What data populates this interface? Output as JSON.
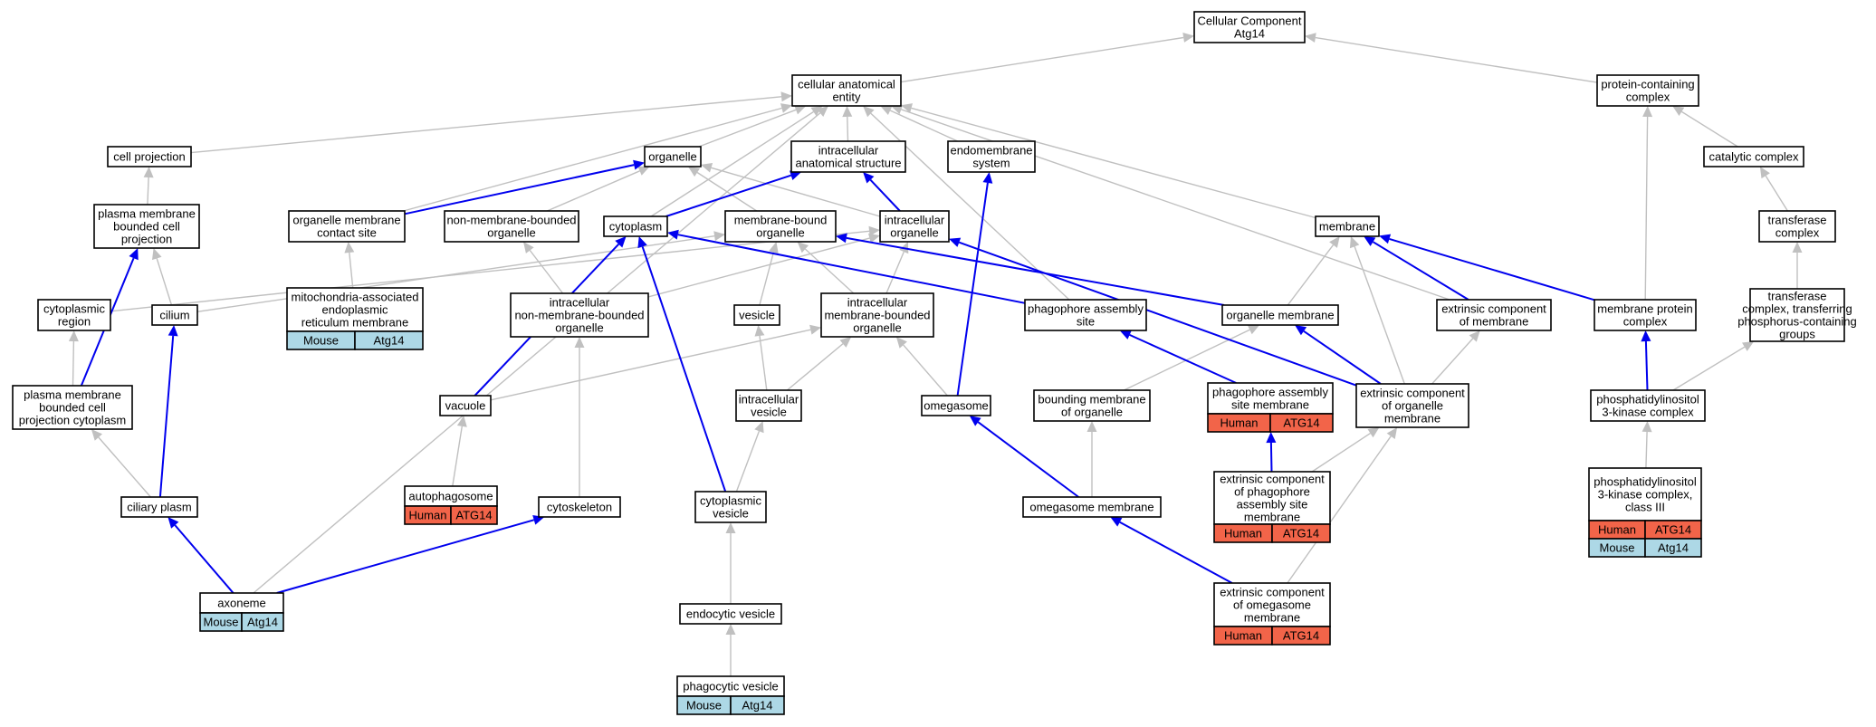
{
  "colors": {
    "is_a_edge": "#c0c0c0",
    "part_of_edge": "#0000ee",
    "human_tag": "#f26449",
    "mouse_tag": "#add8e6"
  },
  "nodes": {
    "root": [
      "Cellular Component",
      "Atg14"
    ],
    "cae": [
      "cellular anatomical",
      "entity"
    ],
    "pcc": [
      "protein-containing",
      "complex"
    ],
    "cellproj": [
      "cell projection"
    ],
    "organelle": [
      "organelle"
    ],
    "ias": [
      "intracellular",
      "anatomical structure"
    ],
    "endo": [
      "endomembrane",
      "system"
    ],
    "catcomp": [
      "catalytic complex"
    ],
    "pmbcp": [
      "plasma membrane",
      "bounded cell",
      "projection"
    ],
    "omcs": [
      "organelle membrane",
      "contact site"
    ],
    "nmbo": [
      "non-membrane-bounded",
      "organelle"
    ],
    "cytoplasm": [
      "cytoplasm"
    ],
    "mbo": [
      "membrane-bound",
      "organelle"
    ],
    "intorg": [
      "intracellular",
      "organelle"
    ],
    "membrane": [
      "membrane"
    ],
    "transcomp": [
      "transferase",
      "complex"
    ],
    "cytreg": [
      "cytoplasmic",
      "region"
    ],
    "cilium": [
      "cilium"
    ],
    "mam": [
      "mitochondria-associated",
      "endoplasmic",
      "reticulum membrane"
    ],
    "inmbo": [
      "intracellular",
      "non-membrane-bounded",
      "organelle"
    ],
    "vesicle": [
      "vesicle"
    ],
    "imbo": [
      "intracellular",
      "membrane-bounded",
      "organelle"
    ],
    "pas": [
      "phagophore assembly",
      "site"
    ],
    "orgmem": [
      "organelle membrane"
    ],
    "ecm": [
      "extrinsic component",
      "of membrane"
    ],
    "mpc": [
      "membrane protein",
      "complex"
    ],
    "tcppg": [
      "transferase",
      "complex, transferring",
      "phosphorus-containing",
      "groups"
    ],
    "pmbcpc": [
      "plasma membrane",
      "bounded cell",
      "projection cytoplasm"
    ],
    "vacuole": [
      "vacuole"
    ],
    "intves": [
      "intracellular",
      "vesicle"
    ],
    "omegasome": [
      "omegasome"
    ],
    "bmo": [
      "bounding membrane",
      "of organelle"
    ],
    "pasm": [
      "phagophore assembly",
      "site membrane"
    ],
    "ecom": [
      "extrinsic component",
      "of organelle",
      "membrane"
    ],
    "pi3k": [
      "phosphatidylinositol",
      "3-kinase complex"
    ],
    "autophagosome": [
      "autophagosome"
    ],
    "cytoskeleton": [
      "cytoskeleton"
    ],
    "cytves": [
      "cytoplasmic",
      "vesicle"
    ],
    "omegmem": [
      "omegasome membrane"
    ],
    "ecpasm": [
      "extrinsic component",
      "of phagophore",
      "assembly site",
      "membrane"
    ],
    "pi3k3": [
      "phosphatidylinositol",
      "3-kinase complex,",
      "class III"
    ],
    "ciliary": [
      "ciliary plasm"
    ],
    "axoneme": [
      "axoneme"
    ],
    "endves": [
      "endocytic vesicle"
    ],
    "ecom2": [
      "extrinsic component",
      "of omegasome",
      "membrane"
    ],
    "phagves": [
      "phagocytic vesicle"
    ]
  },
  "annotations": {
    "mam": [
      [
        "Mouse",
        "Atg14"
      ]
    ],
    "pasm": [
      [
        "Human",
        "ATG14"
      ]
    ],
    "autophagosome": [
      [
        "Human",
        "ATG14"
      ]
    ],
    "ecpasm": [
      [
        "Human",
        "ATG14"
      ]
    ],
    "pi3k3": [
      [
        "Human",
        "ATG14"
      ],
      [
        "Mouse",
        "Atg14"
      ]
    ],
    "axoneme": [
      [
        "Mouse",
        "Atg14"
      ]
    ],
    "ecom2": [
      [
        "Human",
        "ATG14"
      ]
    ],
    "phagves": [
      [
        "Mouse",
        "Atg14"
      ]
    ]
  },
  "edges": [
    [
      "cae",
      "root",
      "is_a"
    ],
    [
      "pcc",
      "root",
      "is_a"
    ],
    [
      "cellproj",
      "cae",
      "is_a"
    ],
    [
      "organelle",
      "cae",
      "is_a"
    ],
    [
      "ias",
      "cae",
      "is_a"
    ],
    [
      "endo",
      "cae",
      "is_a"
    ],
    [
      "cytoplasm",
      "cae",
      "is_a"
    ],
    [
      "omcs",
      "cae",
      "is_a"
    ],
    [
      "axoneme",
      "cae",
      "is_a"
    ],
    [
      "pas",
      "cae",
      "is_a"
    ],
    [
      "ecm",
      "cae",
      "is_a"
    ],
    [
      "membrane",
      "cae",
      "is_a"
    ],
    [
      "catcomp",
      "pcc",
      "is_a"
    ],
    [
      "mpc",
      "pcc",
      "is_a"
    ],
    [
      "pmbcp",
      "cellproj",
      "is_a"
    ],
    [
      "cilium",
      "pmbcp",
      "is_a"
    ],
    [
      "nmbo",
      "organelle",
      "is_a"
    ],
    [
      "mbo",
      "organelle",
      "is_a"
    ],
    [
      "intorg",
      "organelle",
      "is_a"
    ],
    [
      "transcomp",
      "catcomp",
      "is_a"
    ],
    [
      "tcppg",
      "transcomp",
      "is_a"
    ],
    [
      "mam",
      "omcs",
      "is_a"
    ],
    [
      "inmbo",
      "nmbo",
      "is_a"
    ],
    [
      "cytreg",
      "intorg",
      "is_a"
    ],
    [
      "cilium",
      "mbo",
      "is_a"
    ],
    [
      "inmbo",
      "intorg",
      "is_a"
    ],
    [
      "vesicle",
      "mbo",
      "is_a"
    ],
    [
      "imbo",
      "mbo",
      "is_a"
    ],
    [
      "imbo",
      "intorg",
      "is_a"
    ],
    [
      "orgmem",
      "membrane",
      "is_a"
    ],
    [
      "ecm",
      "membrane",
      "is_a"
    ],
    [
      "ecom",
      "membrane",
      "is_a"
    ],
    [
      "pi3k",
      "mpc",
      "is_a"
    ],
    [
      "pi3k",
      "tcppg",
      "is_a"
    ],
    [
      "pmbcpc",
      "cytreg",
      "is_a"
    ],
    [
      "vacuole",
      "imbo",
      "is_a"
    ],
    [
      "intves",
      "vesicle",
      "is_a"
    ],
    [
      "intves",
      "imbo",
      "is_a"
    ],
    [
      "omegasome",
      "imbo",
      "is_a"
    ],
    [
      "bmo",
      "orgmem",
      "is_a"
    ],
    [
      "ecom",
      "ecm",
      "is_a"
    ],
    [
      "autophagosome",
      "vacuole",
      "is_a"
    ],
    [
      "cytoskeleton",
      "inmbo",
      "is_a"
    ],
    [
      "cytves",
      "intves",
      "is_a"
    ],
    [
      "omegmem",
      "bmo",
      "is_a"
    ],
    [
      "ecpasm",
      "ecom",
      "is_a"
    ],
    [
      "pi3k3",
      "pi3k",
      "is_a"
    ],
    [
      "ciliary",
      "pmbcpc",
      "is_a"
    ],
    [
      "endves",
      "cytves",
      "is_a"
    ],
    [
      "ecom2",
      "ecom",
      "is_a"
    ],
    [
      "phagves",
      "endves",
      "is_a"
    ],
    [
      "omcs",
      "organelle",
      "part_of"
    ],
    [
      "cytoplasm",
      "ias",
      "part_of"
    ],
    [
      "intorg",
      "ias",
      "part_of"
    ],
    [
      "omegasome",
      "endo",
      "part_of"
    ],
    [
      "pmbcpc",
      "pmbcp",
      "part_of"
    ],
    [
      "vacuole",
      "cytoplasm",
      "part_of"
    ],
    [
      "cytves",
      "cytoplasm",
      "part_of"
    ],
    [
      "ciliary",
      "cilium",
      "part_of"
    ],
    [
      "orgmem",
      "mbo",
      "part_of"
    ],
    [
      "pas",
      "cytoplasm",
      "part_of"
    ],
    [
      "ecom",
      "intorg",
      "part_of"
    ],
    [
      "ecm",
      "membrane",
      "part_of"
    ],
    [
      "mpc",
      "membrane",
      "part_of"
    ],
    [
      "pi3k",
      "mpc",
      "part_of"
    ],
    [
      "pasm",
      "pas",
      "part_of"
    ],
    [
      "ecom",
      "orgmem",
      "part_of"
    ],
    [
      "ecpasm",
      "pasm",
      "part_of"
    ],
    [
      "omegmem",
      "omegasome",
      "part_of"
    ],
    [
      "ecom2",
      "omegmem",
      "part_of"
    ],
    [
      "axoneme",
      "ciliary",
      "part_of"
    ],
    [
      "axoneme",
      "cytoskeleton",
      "part_of"
    ]
  ]
}
